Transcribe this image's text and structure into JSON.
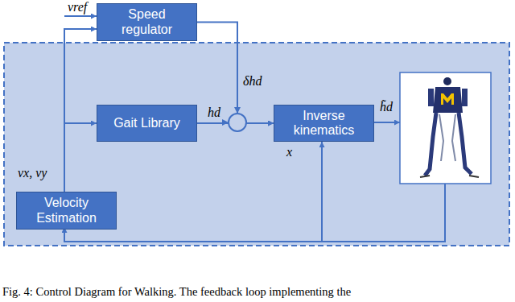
{
  "diagram": {
    "caption": "Fig. 4: Control Diagram for Walking. The feedback loop implementing the",
    "nodes": [
      {
        "text": [
          "Speed regulator"
        ]
      },
      {
        "text": [
          "Gait Library"
        ]
      },
      {
        "text": [
          "Inverse kinematics"
        ]
      },
      {
        "text": [
          "Velocity Estimation"
        ]
      }
    ],
    "edges": [
      {
        "from": 3,
        "to": 1,
        "arrow": "to"
      },
      {
        "from": 3,
        "to": 0,
        "arrow": "to"
      },
      {
        "from": 1,
        "to": 2,
        "arrow": "to"
      },
      {
        "from": 0,
        "to": 2,
        "arrow": "to"
      }
    ],
    "labels": [
      "vref",
      "hd",
      "δhd",
      "h̃d",
      "x",
      "vx, vy"
    ]
  }
}
